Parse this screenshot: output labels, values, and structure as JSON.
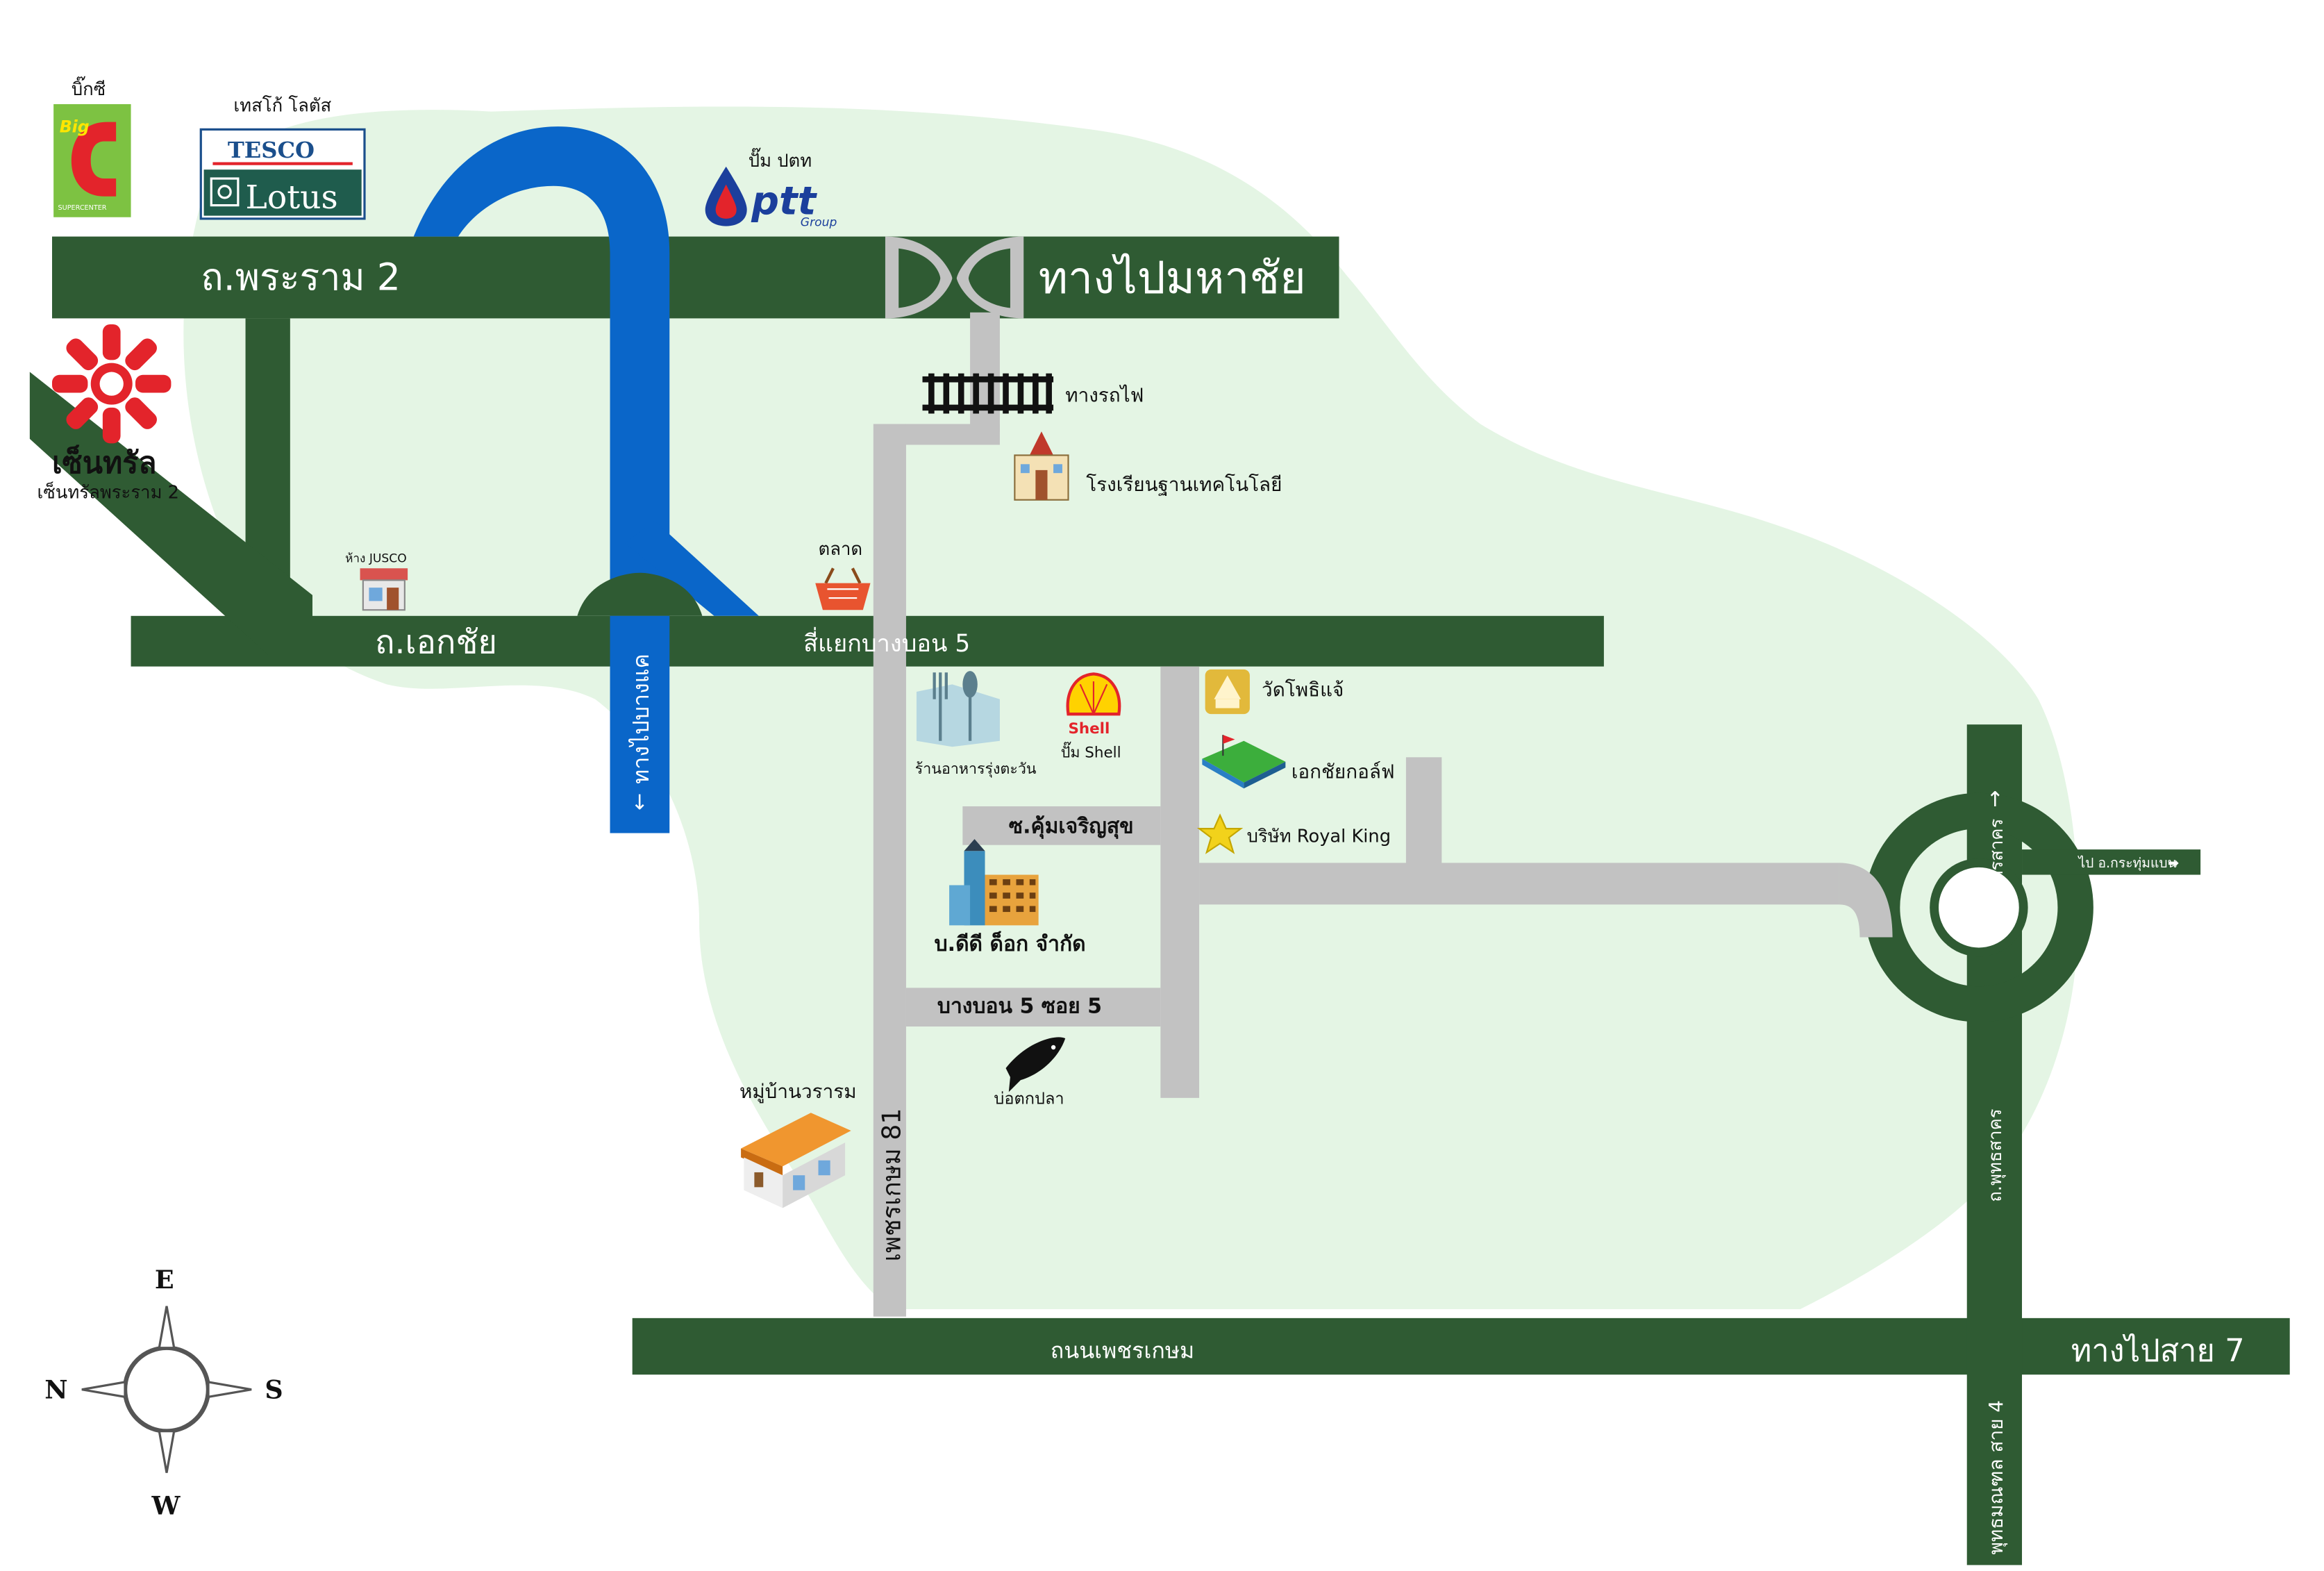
{
  "colors": {
    "road_main": "#2f5b33",
    "road_minor": "#c2c2c2",
    "flyover": "#0a66c9",
    "area": "#e4f5e4",
    "background": "#ffffff"
  },
  "roads": {
    "rama2": "ถ.พระราม 2",
    "to_mahachai": "ทางไปมหาชัย",
    "ekachai": "ถ.เอกชัย",
    "bangbon_intersection": "สี่แยกบางบอน 5",
    "to_bangkhae": "ทางไปบางแค",
    "khum_charoensuk": "ซ.คุ้มเจริญสุข",
    "bangbon5_soi5": "บางบอน 5 ซอย 5",
    "phetkasem81": "เพชรเกษม 81",
    "phetkasem_road": "ถนนเพชรเกษม",
    "to_sai7": "ทางไปสาย 7",
    "to_samut_sakhon": "ไปสมุทรสาคร",
    "phutthasakhon": "ถ.พุทธสาคร",
    "phutthamonthon_sai4": "พุทธมณฑล สาย 4",
    "to_krathum_baen": "ไป อ.กระทุ่มแบน"
  },
  "landmarks": {
    "bigc": {
      "caption": "บิ๊กซี",
      "logo_text": "Big",
      "logo_sub": "SUPERCENTER",
      "icon": "bigc-logo"
    },
    "tesco": {
      "caption": "เทสโก้ โลตัส",
      "logo_top": "TESCO",
      "logo_bottom": "Lotus",
      "icon": "tesco-lotus-logo"
    },
    "ptt": {
      "caption": "ปั๊ม ปตท",
      "logo_text": "ptt",
      "logo_sub": "Group",
      "icon": "ptt-logo"
    },
    "central": {
      "logo_text": "เซ็นทรัล",
      "caption": "เซ็นทรัลพระราม 2",
      "icon": "central-logo"
    },
    "railway": {
      "caption": "ทางรถไฟ",
      "icon": "railway-icon"
    },
    "school": {
      "caption": "โรงเรียนฐานเทคโนโลยี",
      "icon": "school-icon"
    },
    "jusco": {
      "caption": "ห้าง JUSCO",
      "icon": "store-icon"
    },
    "market": {
      "caption": "ตลาด",
      "icon": "basket-icon"
    },
    "restaurant": {
      "caption": "ร้านอาหารรุ่งตะวัน",
      "icon": "restaurant-icon"
    },
    "shell": {
      "caption": "ปั๊ม Shell",
      "logo_text": "Shell",
      "icon": "shell-logo"
    },
    "temple": {
      "caption": "วัดโพธิแจ้",
      "icon": "temple-icon"
    },
    "golf": {
      "caption": "เอกชัยกอล์ฟ",
      "icon": "golf-icon"
    },
    "royal_king": {
      "caption": "บริษัท Royal King",
      "icon": "star-icon"
    },
    "factory": {
      "caption": "บ.ดีดี ด็อก จำกัด",
      "icon": "factory-icon"
    },
    "fish_pond": {
      "caption": "บ่อตกปลา",
      "icon": "fish-icon"
    },
    "village": {
      "caption": "หมู่บ้านวรารม",
      "icon": "house-icon"
    }
  },
  "compass": {
    "north": "N",
    "south": "S",
    "east": "E",
    "west": "W",
    "icon": "compass-rose-icon"
  },
  "arrows": {
    "down": "↓",
    "up": "↑",
    "right": "➡"
  }
}
